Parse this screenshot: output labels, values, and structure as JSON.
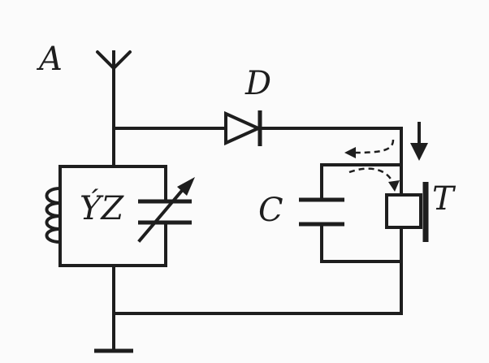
{
  "labels": {
    "antenna": "A",
    "diode": "D",
    "tuned_circuit": "ÝZ",
    "capacitor": "C",
    "telephone": "T"
  },
  "colors": {
    "ink": "#1e1e1e",
    "paper": "#fbfbfb"
  }
}
